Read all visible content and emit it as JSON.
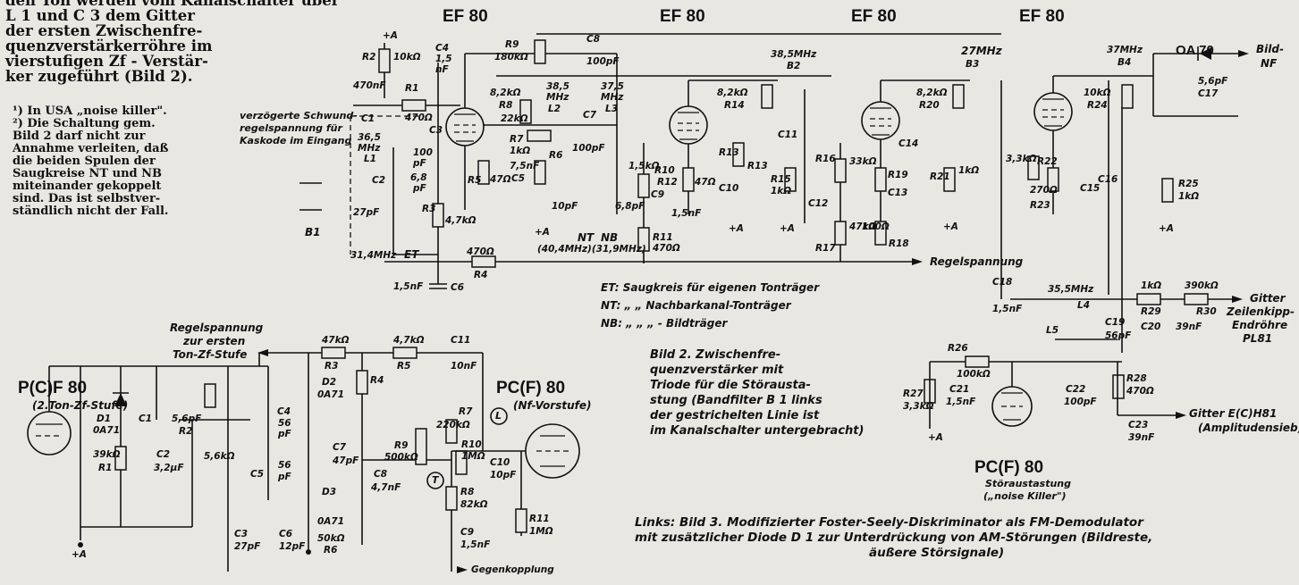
{
  "prose": [
    "den Ton werden vom Kanalschalter über",
    "L 1 und C 3 dem Gitter",
    "der ersten Zwischenfre-",
    "quenzverstärkerröhre im",
    "vierstufigen Zf - Verstär-",
    "ker zugeführt (Bild 2)."
  ],
  "footnotes": [
    "¹) In USA „noise killer\".",
    "²) Die Schaltung gem.",
    "Bild 2 darf nicht zur",
    "Annahme verleiten, daß",
    "die beiden Spulen der",
    "Saugkreise NT und NB",
    "miteinander gekoppelt",
    "sind. Das ist selbstver-",
    "ständlich nicht der Fall."
  ],
  "tubes": {
    "t1": "EF 80",
    "t2": "EF 80",
    "t3": "EF 80",
    "t4": "EF 80",
    "pcf_left": "P(C)F 80",
    "pcf_left_sub": "(2.Ton-Zf-Stufe)",
    "pcf_nf": "PC(F) 80",
    "pcf_nf_sub": "(Nf-Vorstufe)",
    "pcf_st": "PC(F) 80",
    "pcf_st_sub1": "Störaustastung",
    "pcf_st_sub2": "(„noise Killer\")"
  },
  "labels": {
    "plusA": "+A",
    "verz1": "verzögerte Schwund-",
    "verz2": "regelspannung für",
    "verz3": "Kaskode im Eingang",
    "r2": "R2",
    "r2v": "10kΩ",
    "c470": "470nF",
    "c1": "C1",
    "r1": "R1",
    "r1v": "470Ω",
    "c4": "C4",
    "c4v": "1,5",
    "c4u": "nF",
    "c3": "C3",
    "f365": "36,5",
    "mhz": "MHz",
    "l1": "L1",
    "p100": "100",
    "pf": "pF",
    "c2": "C2",
    "c2v": "6,8",
    "p27": "27pF",
    "b1": "B1",
    "f314": "31,4MHz",
    "et": "ET",
    "r9": "R9",
    "r9v": "180kΩ",
    "c8": "C8",
    "c8v": "100pF",
    "r5": "R5",
    "r5v": "47Ω",
    "r8v": "8,2kΩ",
    "r8": "R8",
    "r8b": "22kΩ",
    "f385": "38,5",
    "l2": "L2",
    "f375": "37,5",
    "l3": "L3",
    "c7": "C7",
    "r7": "R7",
    "r7v": "1kΩ",
    "c75": "7,5nF",
    "c5": "C5",
    "r6": "R6",
    "p100b": "100pF",
    "p10": "10pF",
    "p68": "6,8pF",
    "nt": "NT",
    "nb": "NB",
    "f404": "(40,4MHz)(31,9MHz)",
    "r3": "R3",
    "r3v": "4,7kΩ",
    "r4v": "470Ω",
    "r4": "R4",
    "c15nf": "1,5nF",
    "c6": "C6",
    "r10": "R10",
    "r12": "R12",
    "r10v": "1,5kΩ",
    "r12v": "47Ω",
    "c9": "C9",
    "c9v": "1,5nF",
    "r11": "R11",
    "r11v": "470Ω",
    "r13": "R13",
    "c10": "C10",
    "r14v": "8,2kΩ",
    "r14": "R14",
    "c11": "C11",
    "r15": "R15",
    "r15v": "1kΩ",
    "b2f": "38,5MHz",
    "b2": "B2",
    "r16": "R16",
    "r16v": "33kΩ",
    "r19": "R19",
    "c12": "C12",
    "c13": "C13",
    "c14": "C14",
    "r17": "R17",
    "r18": "R18",
    "r17v": "47kΩ",
    "r18v": "100Ω",
    "b3f": "27MHz",
    "b3": "B3",
    "r20v": "8,2kΩ",
    "r20": "R20",
    "r21": "R21",
    "r21v": "1kΩ",
    "b4f": "37MHz",
    "b4": "B4",
    "oa70": "OA 70",
    "bildnf": "Bild-",
    "bildnf2": "NF",
    "c17v": "5,6pF",
    "c17": "C17",
    "r24v": "10kΩ",
    "r24": "R24",
    "r22": "R22",
    "r23": "R23",
    "r22v": "3,3kΩ",
    "r23v": "270Ω",
    "c15": "C15",
    "c16": "C16",
    "r25": "R25",
    "r25v": "1kΩ",
    "regel": "Regelspannung",
    "et_line": "ET:  Saugkreis für eigenen Tonträger",
    "nt_line": "NT:    „    „  Nachbarkanal-Tonträger",
    "nb_line": "NB:    „    „      „      - Bildträger",
    "c18": "C18",
    "f355": "35,5MHz",
    "l4": "L4",
    "l5": "L5",
    "c19": "C19",
    "c19v": "56pF",
    "r29v": "1kΩ",
    "r29": "R29",
    "r30v": "390kΩ",
    "r30": "R30",
    "c20": "C20",
    "c20v": "39nF",
    "gitter1": "Gitter",
    "gitter2": "Zeilenkipp-",
    "gitter3": "Endröhre",
    "gitter4": "PL81",
    "r26": "R26",
    "r26v": "100kΩ",
    "r27": "R27",
    "r27v": "3,3kΩ",
    "c21": "C21",
    "c22": "C22",
    "c22v": "100pF",
    "r28": "R28",
    "r28v": "470Ω",
    "gitterE": "Gitter E(C)H81",
    "ampl": "(Amplitudensieb)",
    "c23": "C23",
    "c23v": "39nF",
    "regel_ton1": "Regelspannung",
    "regel_ton2": "zur ersten",
    "regel_ton3": "Ton-Zf-Stufe",
    "r47": "47kΩ",
    "r47b": "4,7kΩ",
    "r3b": "R3",
    "r5b": "R5",
    "r4b": "R4",
    "c11b": "C11",
    "c10nf": "10nF",
    "d2": "D2",
    "oa71a": "0A71",
    "d3": "D3",
    "oa71b": "0A71",
    "d1": "D1",
    "oa71c": "0A71",
    "c1b": "C1",
    "c56": "5,6pF",
    "r1b": "R1",
    "r39": "39kΩ",
    "c2b": "C2",
    "c32": "3,2µF",
    "r2b": "R2",
    "r56": "5,6kΩ",
    "c4b": "C4",
    "p56": "56",
    "c5b": "C5",
    "c7b": "C7",
    "p47": "47pF",
    "c8b": "C8",
    "n47": "4,7nF",
    "r9b": "R9",
    "r500": "500kΩ",
    "r7b": "R7",
    "r220": "220kΩ",
    "r10b": "R10",
    "r1m": "1MΩ",
    "c10b": "C10",
    "p10b": "10pF",
    "r8b2": "R8",
    "r82": "82kΩ",
    "c9b": "C9",
    "n15": "1,5nF",
    "r11b": "R11",
    "r1m2": "1MΩ",
    "c3b": "C3",
    "p27b": "27pF",
    "c6b": "C6",
    "p12": "12pF",
    "r6b": "R6",
    "r50": "50kΩ",
    "gegen": "Gegenkopplung",
    "t": "T",
    "l": "L"
  },
  "caption2": [
    "Bild 2. Zwischenfre-",
    "quenzverstärker mit",
    "Triode für die Störausta-",
    "stung (Bandfilter B 1 links",
    "der gestrichelten Linie ist",
    "im Kanalschalter untergebracht)"
  ],
  "caption3": [
    "Links: Bild 3. Modifizierter Foster-Seely-Diskriminator als FM-Demodulator",
    "mit zusätzlicher Diode D 1 zur Unterdrückung von AM-Störungen (Bildreste,",
    "äußere Störsignale)"
  ]
}
